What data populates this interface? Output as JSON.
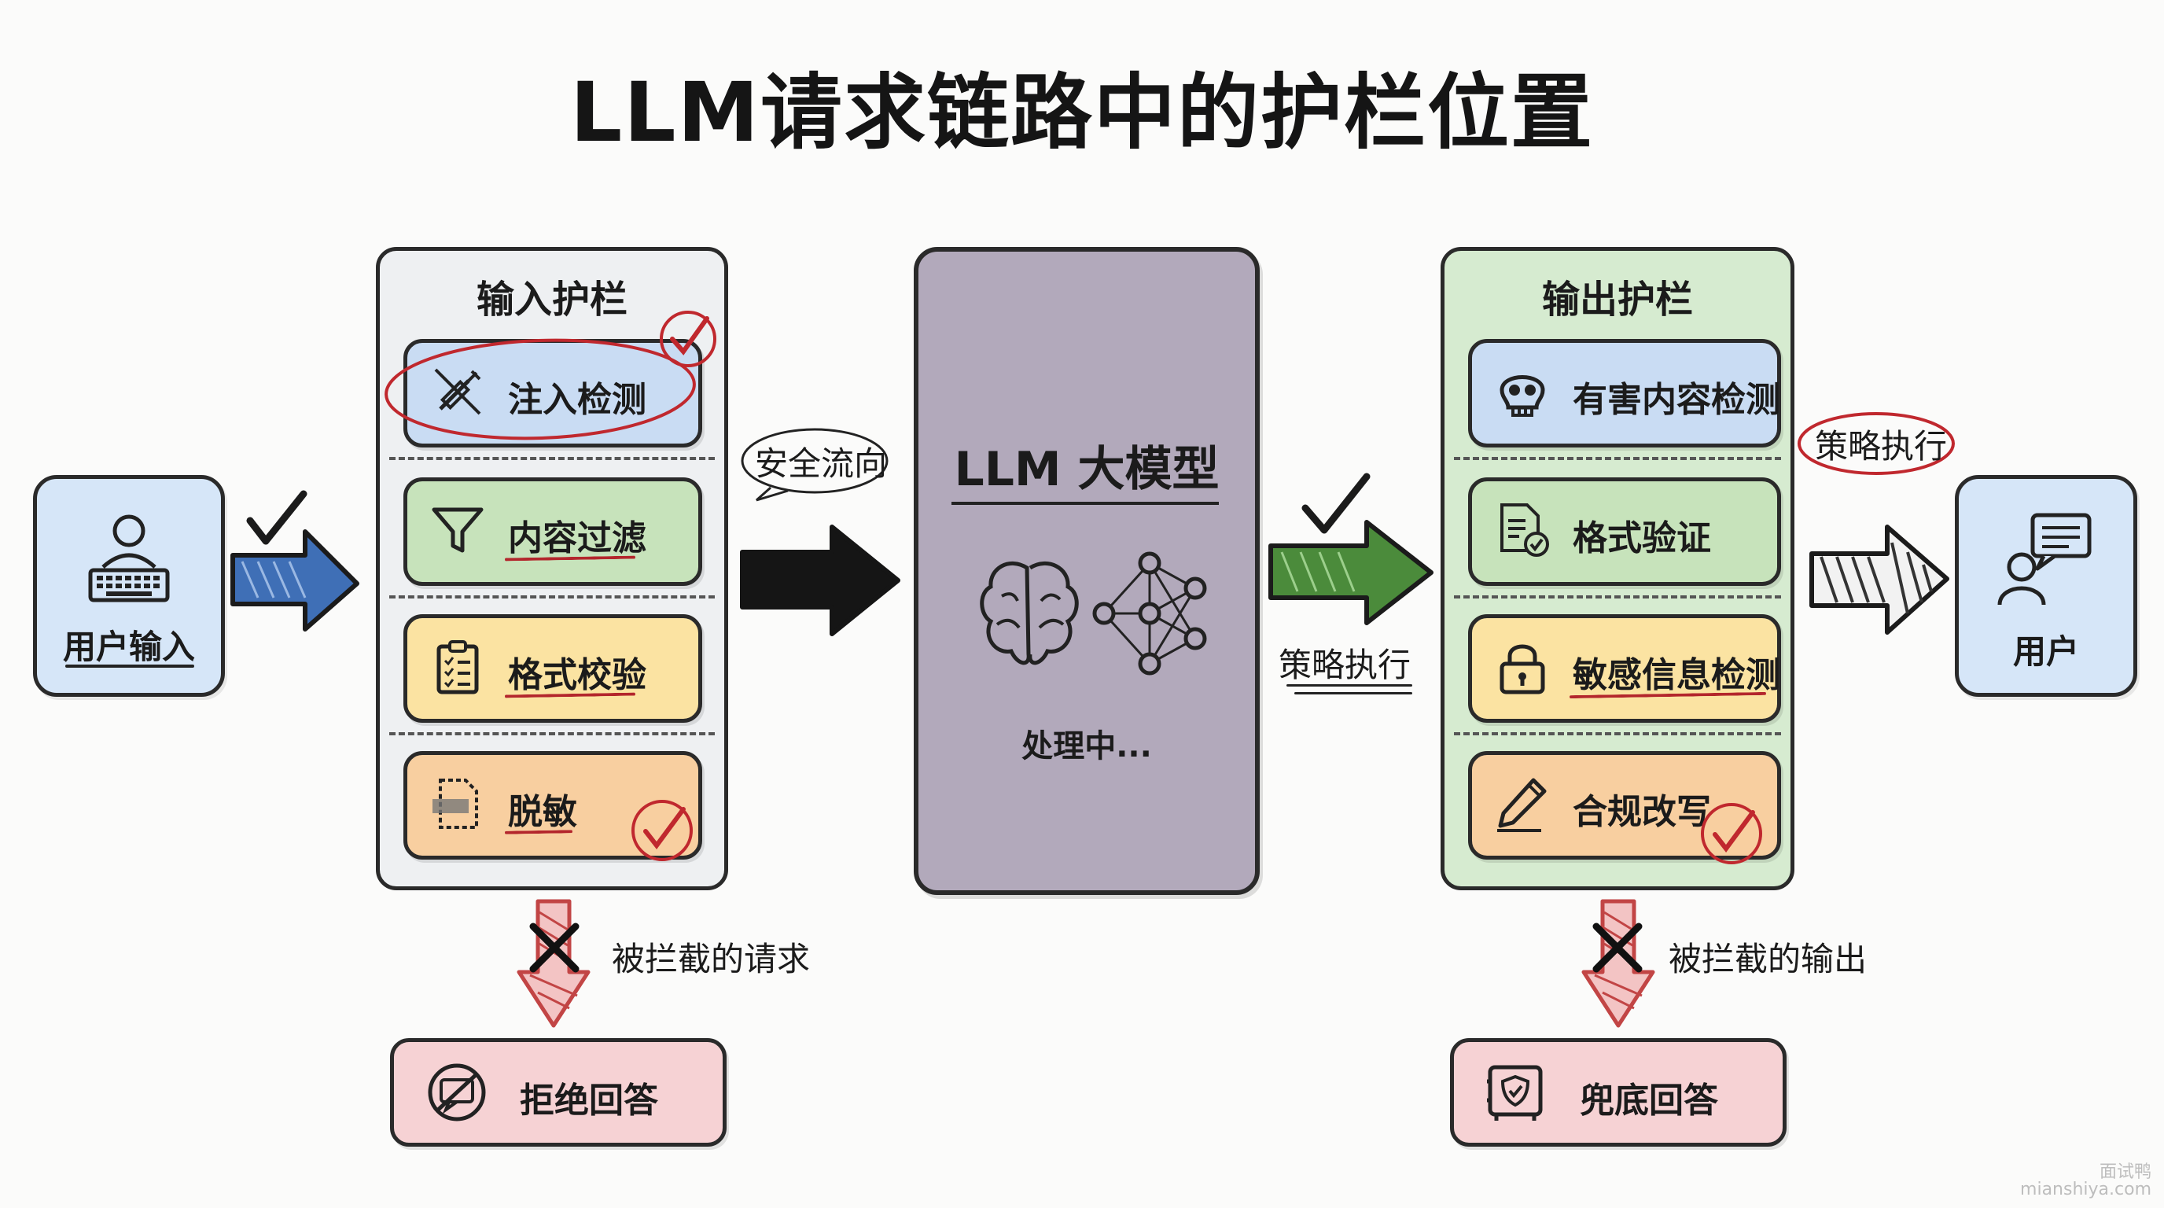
{
  "title": "LLM请求链路中的护栏位置",
  "nodes": {
    "user_input": "用户输入",
    "user": "用户"
  },
  "input_guardrail": {
    "title": "输入护栏",
    "items": [
      {
        "label": "注入检测",
        "icon": "syringe-crossed-icon",
        "color": "#c9dcf3"
      },
      {
        "label": "内容过滤",
        "icon": "funnel-icon",
        "color": "#c7e3bb"
      },
      {
        "label": "格式校验",
        "icon": "clipboard-checklist-icon",
        "color": "#fbe3a2"
      },
      {
        "label": "脱敏",
        "icon": "redacted-document-icon",
        "color": "#f8cfa0"
      }
    ]
  },
  "output_guardrail": {
    "title": "输出护栏",
    "items": [
      {
        "label": "有害内容检测",
        "icon": "skull-icon",
        "color": "#c9dcf3"
      },
      {
        "label": "格式验证",
        "icon": "document-check-icon",
        "color": "#c7e3bb"
      },
      {
        "label": "敏感信息检测",
        "icon": "padlock-icon",
        "color": "#fbe3a2"
      },
      {
        "label": "合规改写",
        "icon": "pen-icon",
        "color": "#f8cfa0"
      }
    ]
  },
  "llm": {
    "title": "LLM 大模型",
    "status": "处理中...",
    "icons": [
      "brain-icon",
      "neural-network-icon"
    ]
  },
  "annotations": {
    "safe_flow": "安全流向",
    "policy_exec_1": "策略执行",
    "policy_exec_2": "策略执行",
    "blocked_request": "被拦截的请求",
    "blocked_output": "被拦截的输出"
  },
  "fallbacks": {
    "refuse": "拒绝回答",
    "safe_answer": "兜底回答"
  },
  "watermark": {
    "line1": "面试鸭",
    "line2": "mianshiya.com"
  },
  "colors": {
    "input_panel": "#eef0f2",
    "output_panel": "#d6ebd0",
    "llm": "#b2a9bb",
    "node": "#d6e6f8",
    "blue_arrow": "#3f6fb6",
    "green_arrow": "#4b8b3b",
    "red_arrow": "#d06b6b",
    "check_red": "#c0282e"
  }
}
